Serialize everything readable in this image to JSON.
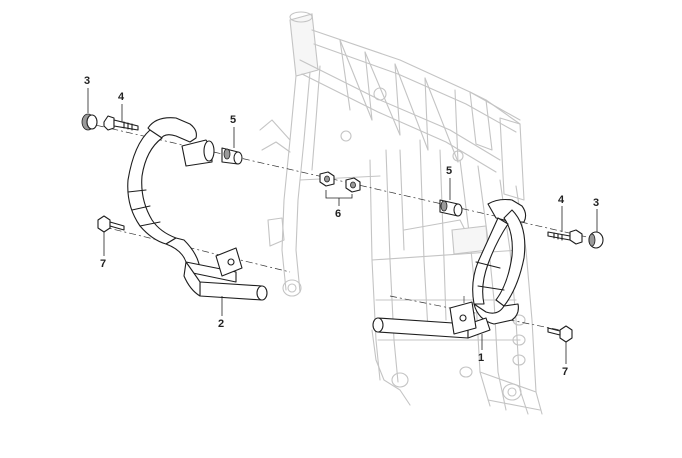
{
  "diagram": {
    "callouts": [
      {
        "id": "c3-left",
        "text": "3"
      },
      {
        "id": "c4-left",
        "text": "4"
      },
      {
        "id": "c5-left",
        "text": "5"
      },
      {
        "id": "c6",
        "text": "6"
      },
      {
        "id": "c5-right",
        "text": "5"
      },
      {
        "id": "c4-right",
        "text": "4"
      },
      {
        "id": "c3-right",
        "text": "3"
      },
      {
        "id": "c7-left",
        "text": "7"
      },
      {
        "id": "c2",
        "text": "2"
      },
      {
        "id": "c1",
        "text": "1"
      },
      {
        "id": "c7-right",
        "text": "7"
      }
    ]
  }
}
